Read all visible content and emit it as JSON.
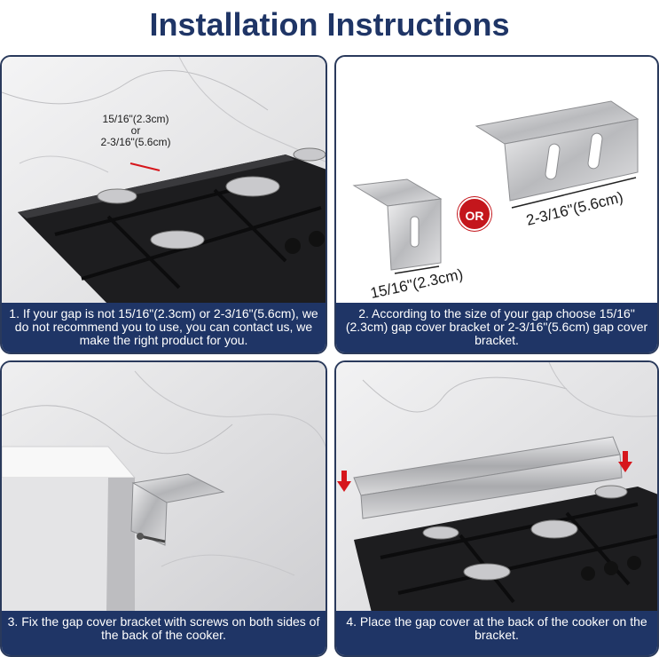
{
  "title": "Installation Instructions",
  "steps": [
    {
      "caption": "1. If your gap is not 15/16\"(2.3cm) or 2-3/16\"(5.6cm), we do not recommend you to use, you can contact us, we make the right product for you.",
      "gap_label_line1": "15/16\"(2.3cm)",
      "gap_label_line2": "or",
      "gap_label_line3": "2-3/16\"(5.6cm)"
    },
    {
      "caption": "2. According to the size of your gap choose 15/16\"(2.3cm) gap cover bracket or 2-3/16\"(5.6cm) gap cover bracket.",
      "small_label": "15/16\"(2.3cm)",
      "large_label": "2-3/16\"(5.6cm)",
      "or_label": "OR"
    },
    {
      "caption": "3. Fix the gap cover bracket with screws on both sides of the back of the cooker."
    },
    {
      "caption": "4. Place the gap cover at the back of the cooker on the bracket."
    }
  ],
  "colors": {
    "title": "#1f3566",
    "caption_bg": "#1f3566",
    "or_badge": "#c4161c",
    "arrow": "#d6161c"
  }
}
